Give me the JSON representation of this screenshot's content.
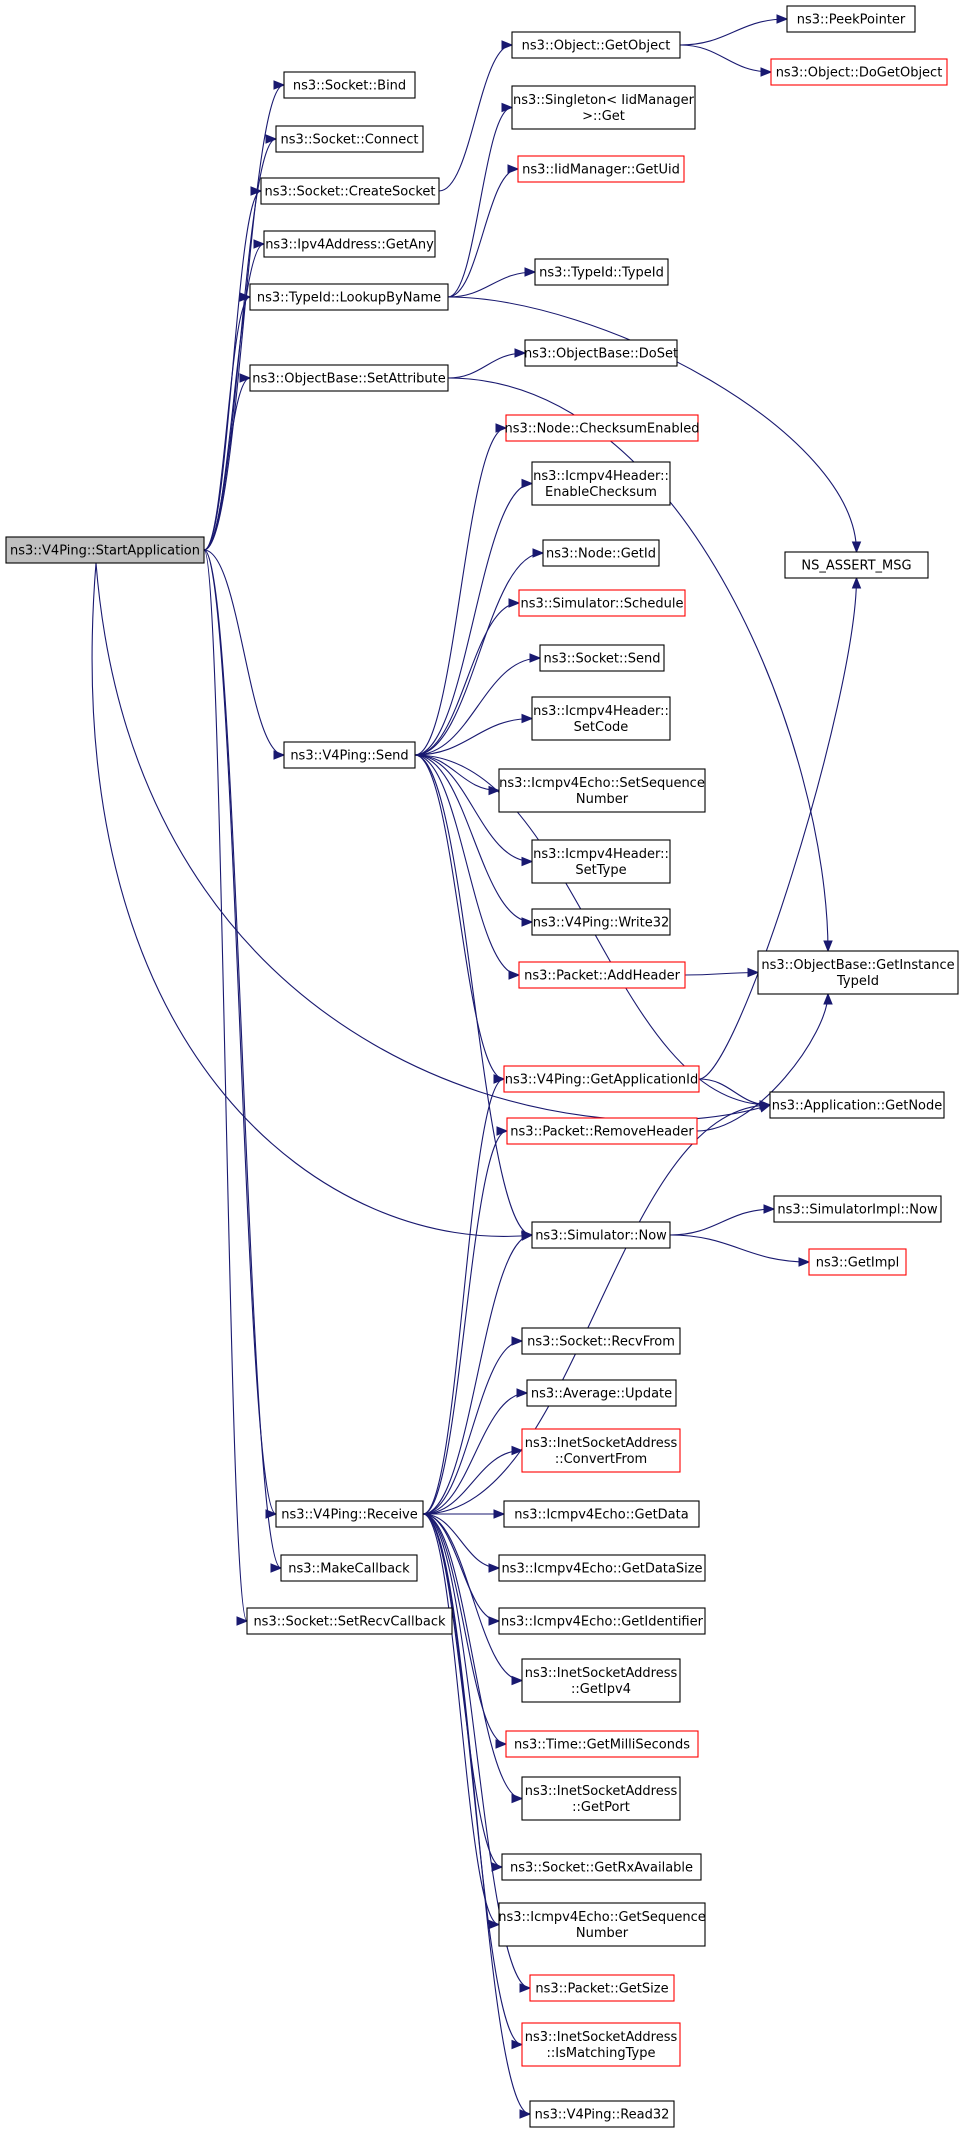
{
  "edge_color": "#191970",
  "root_fill": "#bfbfbf",
  "nodes": [
    {
      "id": "start",
      "lines": [
        "ns3::V4Ping::StartApplication"
      ],
      "root": true
    },
    {
      "id": "bind",
      "lines": [
        "ns3::Socket::Bind"
      ]
    },
    {
      "id": "connect",
      "lines": [
        "ns3::Socket::Connect"
      ]
    },
    {
      "id": "createsock",
      "lines": [
        "ns3::Socket::CreateSocket"
      ]
    },
    {
      "id": "getany",
      "lines": [
        "ns3::Ipv4Address::GetAny"
      ]
    },
    {
      "id": "lookup",
      "lines": [
        "ns3::TypeId::LookupByName"
      ]
    },
    {
      "id": "setattr",
      "lines": [
        "ns3::ObjectBase::SetAttribute"
      ]
    },
    {
      "id": "send",
      "lines": [
        "ns3::V4Ping::Send"
      ]
    },
    {
      "id": "receive",
      "lines": [
        "ns3::V4Ping::Receive"
      ]
    },
    {
      "id": "makecb",
      "lines": [
        "ns3::MakeCallback"
      ]
    },
    {
      "id": "setrecv",
      "lines": [
        "ns3::Socket::SetRecvCallback"
      ]
    },
    {
      "id": "getobject",
      "lines": [
        "ns3::Object::GetObject"
      ]
    },
    {
      "id": "peek",
      "lines": [
        "ns3::PeekPointer"
      ]
    },
    {
      "id": "dogetobj",
      "lines": [
        "ns3::Object::DoGetObject"
      ],
      "red": true
    },
    {
      "id": "singleton",
      "lines": [
        "ns3::Singleton< IidManager",
        ">::Get"
      ]
    },
    {
      "id": "getuid",
      "lines": [
        "ns3::IidManager::GetUid"
      ],
      "red": true
    },
    {
      "id": "typeid",
      "lines": [
        "ns3::TypeId::TypeId"
      ]
    },
    {
      "id": "doset",
      "lines": [
        "ns3::ObjectBase::DoSet"
      ]
    },
    {
      "id": "cksum",
      "lines": [
        "ns3::Node::ChecksumEnabled"
      ],
      "red": true
    },
    {
      "id": "enablecks",
      "lines": [
        "ns3::Icmpv4Header::",
        "EnableChecksum"
      ]
    },
    {
      "id": "getid",
      "lines": [
        "ns3::Node::GetId"
      ]
    },
    {
      "id": "schedule",
      "lines": [
        "ns3::Simulator::Schedule"
      ],
      "red": true
    },
    {
      "id": "sendsock",
      "lines": [
        "ns3::Socket::Send"
      ]
    },
    {
      "id": "setcode",
      "lines": [
        "ns3::Icmpv4Header::",
        "SetCode"
      ]
    },
    {
      "id": "setseq",
      "lines": [
        "ns3::Icmpv4Echo::SetSequence",
        "Number"
      ]
    },
    {
      "id": "settype",
      "lines": [
        "ns3::Icmpv4Header::",
        "SetType"
      ]
    },
    {
      "id": "write32",
      "lines": [
        "ns3::V4Ping::Write32"
      ]
    },
    {
      "id": "addheader",
      "lines": [
        "ns3::Packet::AddHeader"
      ],
      "red": true
    },
    {
      "id": "getappid",
      "lines": [
        "ns3::V4Ping::GetApplicationId"
      ],
      "red": true
    },
    {
      "id": "removehdr",
      "lines": [
        "ns3::Packet::RemoveHeader"
      ],
      "red": true
    },
    {
      "id": "now",
      "lines": [
        "ns3::Simulator::Now"
      ]
    },
    {
      "id": "assert",
      "lines": [
        "NS_ASSERT_MSG"
      ]
    },
    {
      "id": "getinst",
      "lines": [
        "ns3::ObjectBase::GetInstance",
        "TypeId"
      ]
    },
    {
      "id": "getnode",
      "lines": [
        "ns3::Application::GetNode"
      ]
    },
    {
      "id": "implnow",
      "lines": [
        "ns3::SimulatorImpl::Now"
      ]
    },
    {
      "id": "getimpl",
      "lines": [
        "ns3::GetImpl"
      ],
      "red": true
    },
    {
      "id": "recvfrom",
      "lines": [
        "ns3::Socket::RecvFrom"
      ]
    },
    {
      "id": "avgupdate",
      "lines": [
        "ns3::Average::Update"
      ]
    },
    {
      "id": "convfrom",
      "lines": [
        "ns3::InetSocketAddress",
        "::ConvertFrom"
      ],
      "red": true
    },
    {
      "id": "getdata",
      "lines": [
        "ns3::Icmpv4Echo::GetData"
      ]
    },
    {
      "id": "getdatasz",
      "lines": [
        "ns3::Icmpv4Echo::GetDataSize"
      ]
    },
    {
      "id": "getident",
      "lines": [
        "ns3::Icmpv4Echo::GetIdentifier"
      ]
    },
    {
      "id": "getipv4",
      "lines": [
        "ns3::InetSocketAddress",
        "::GetIpv4"
      ]
    },
    {
      "id": "millisec",
      "lines": [
        "ns3::Time::GetMilliSeconds"
      ],
      "red": true
    },
    {
      "id": "getport",
      "lines": [
        "ns3::InetSocketAddress",
        "::GetPort"
      ]
    },
    {
      "id": "rxavail",
      "lines": [
        "ns3::Socket::GetRxAvailable"
      ]
    },
    {
      "id": "getseq",
      "lines": [
        "ns3::Icmpv4Echo::GetSequence",
        "Number"
      ]
    },
    {
      "id": "getsize",
      "lines": [
        "ns3::Packet::GetSize"
      ],
      "red": true
    },
    {
      "id": "ismatch",
      "lines": [
        "ns3::InetSocketAddress",
        "::IsMatchingType"
      ],
      "red": true
    },
    {
      "id": "read32",
      "lines": [
        "ns3::V4Ping::Read32"
      ]
    }
  ],
  "edges": [
    [
      "start",
      "bind"
    ],
    [
      "start",
      "connect"
    ],
    [
      "start",
      "createsock"
    ],
    [
      "start",
      "getany"
    ],
    [
      "start",
      "lookup"
    ],
    [
      "start",
      "setattr"
    ],
    [
      "start",
      "send"
    ],
    [
      "start",
      "receive"
    ],
    [
      "start",
      "makecb"
    ],
    [
      "start",
      "setrecv"
    ],
    [
      "start",
      "getnode"
    ],
    [
      "start",
      "now"
    ],
    [
      "createsock",
      "getobject"
    ],
    [
      "getobject",
      "peek"
    ],
    [
      "getobject",
      "dogetobj"
    ],
    [
      "lookup",
      "singleton"
    ],
    [
      "lookup",
      "getuid"
    ],
    [
      "lookup",
      "typeid"
    ],
    [
      "lookup",
      "assert"
    ],
    [
      "setattr",
      "doset"
    ],
    [
      "setattr",
      "getinst"
    ],
    [
      "send",
      "cksum"
    ],
    [
      "send",
      "enablecks"
    ],
    [
      "send",
      "getid"
    ],
    [
      "send",
      "schedule"
    ],
    [
      "send",
      "sendsock"
    ],
    [
      "send",
      "setcode"
    ],
    [
      "send",
      "setseq"
    ],
    [
      "send",
      "settype"
    ],
    [
      "send",
      "write32"
    ],
    [
      "send",
      "addheader"
    ],
    [
      "send",
      "getappid"
    ],
    [
      "send",
      "now"
    ],
    [
      "send",
      "getnode"
    ],
    [
      "addheader",
      "getinst"
    ],
    [
      "getappid",
      "assert"
    ],
    [
      "getappid",
      "getnode"
    ],
    [
      "removehdr",
      "getinst"
    ],
    [
      "now",
      "implnow"
    ],
    [
      "now",
      "getimpl"
    ],
    [
      "receive",
      "getappid"
    ],
    [
      "receive",
      "removehdr"
    ],
    [
      "receive",
      "now"
    ],
    [
      "receive",
      "getnode"
    ],
    [
      "receive",
      "recvfrom"
    ],
    [
      "receive",
      "avgupdate"
    ],
    [
      "receive",
      "convfrom"
    ],
    [
      "receive",
      "getdata"
    ],
    [
      "receive",
      "getdatasz"
    ],
    [
      "receive",
      "getident"
    ],
    [
      "receive",
      "getipv4"
    ],
    [
      "receive",
      "millisec"
    ],
    [
      "receive",
      "getport"
    ],
    [
      "receive",
      "rxavail"
    ],
    [
      "receive",
      "getseq"
    ],
    [
      "receive",
      "getsize"
    ],
    [
      "receive",
      "ismatch"
    ],
    [
      "receive",
      "read32"
    ]
  ]
}
